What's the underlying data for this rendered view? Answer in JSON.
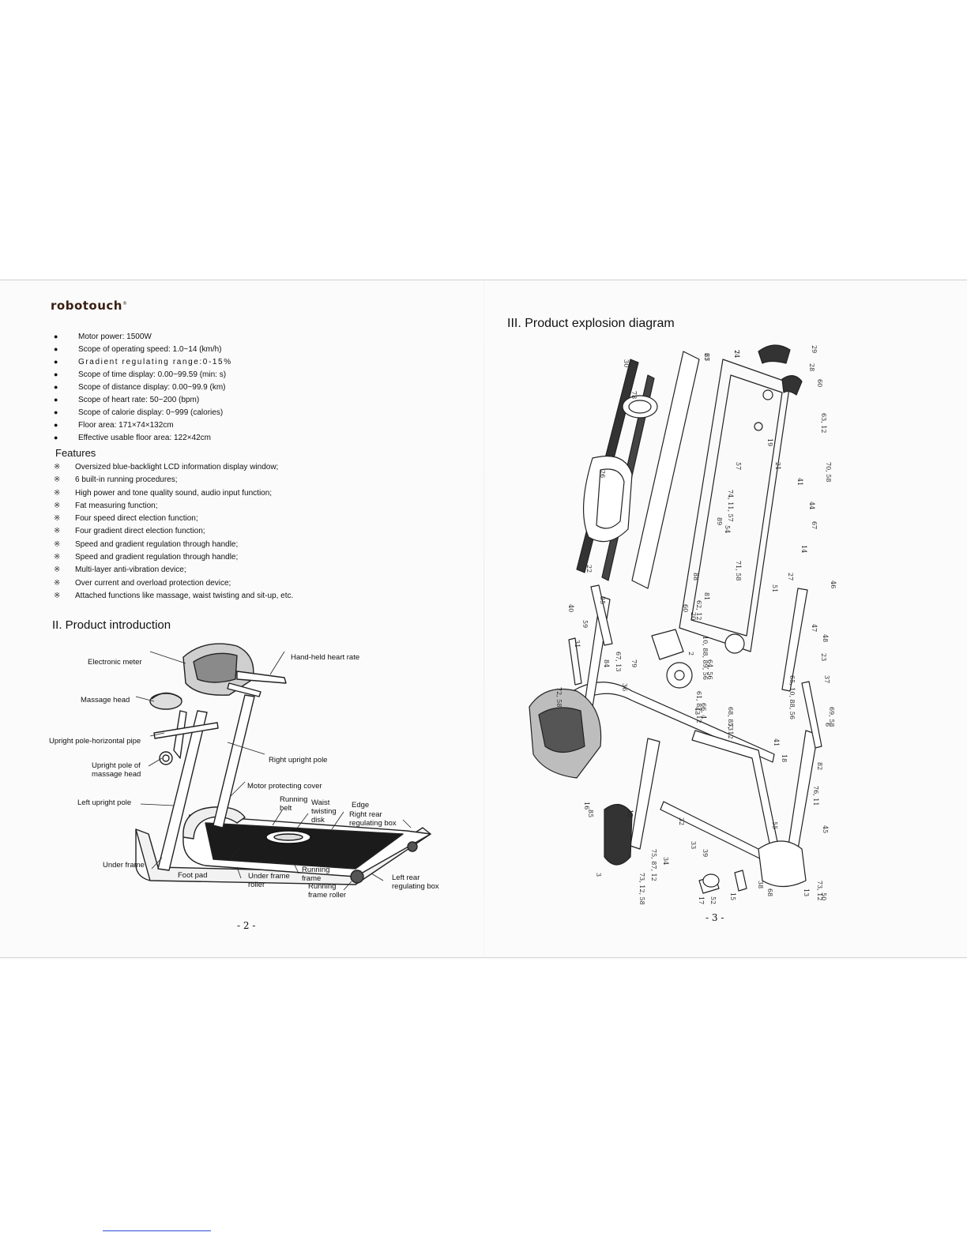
{
  "brand": "robotouch",
  "left_page": {
    "specs": [
      "Motor power: 1500W",
      "Scope of operating speed: 1.0~14 (km/h)",
      "Gradient regulating range:0-15%",
      "Scope of time display: 0.00~99.59 (min: s)",
      "Scope of distance display: 0.00~99.9 (km)",
      "Scope of heart rate: 50~200 (bpm)",
      "Scope of calorie display: 0~999 (calories)",
      "Floor area: 171×74×132cm",
      "Effective usable floor area: 122×42cm"
    ],
    "features_title": "Features",
    "features": [
      "Oversized blue-backlight LCD information display window;",
      "6 built-in running procedures;",
      "High power and tone quality sound, audio input function;",
      "Fat measuring function;",
      "Four speed direct election function;",
      "Four gradient direct election function;",
      "Speed and gradient regulation through handle;",
      "Speed and gradient regulation through handle;",
      "Multi-layer anti-vibration device;",
      "Over current and overload protection device;",
      "Attached functions like massage, waist twisting and sit-up, etc."
    ],
    "section_title": "II. Product introduction",
    "callouts": {
      "electronic_meter": "Electronic meter",
      "hand_held_heart_rate": "Hand-held heart rate",
      "massage_head": "Massage head",
      "upright_pole_horizontal_pipe": "Upright pole-horizontal pipe",
      "right_upright_pole": "Right upright pole",
      "upright_pole_of_massage_head": "Upright pole of massage head",
      "motor_protecting_cover": "Motor protecting cover",
      "left_upright_pole": "Left upright pole",
      "running_belt": "Running belt",
      "waist_twisting_disk": "Waist twisting disk",
      "edge": "Edge",
      "right_rear_regulating_box": "Right rear regulating box",
      "under_frame": "Under frame",
      "foot_pad": "Foot pad",
      "under_frame_roller": "Under frame roller",
      "running_frame": "Running frame",
      "running_frame_roller": "Running frame roller",
      "left_rear_regulating_box": "Left rear regulating box"
    },
    "page_number": "- 2 -"
  },
  "right_page": {
    "section_title": "III. Product explosion diagram",
    "part_numbers": [
      "25",
      "24",
      "29",
      "28",
      "60",
      "63, 12",
      "19",
      "21",
      "70, 58",
      "41",
      "30",
      "78",
      "57",
      "74, 11, 57",
      "89",
      "54",
      "44",
      "67",
      "14",
      "26",
      "71, 58",
      "88",
      "81",
      "27",
      "62, 12",
      "46",
      "51",
      "22",
      "35",
      "59",
      "60",
      "20",
      "10, 88, 89, 56",
      "47",
      "48",
      "23",
      "40",
      "31",
      "84",
      "67, 13",
      "36",
      "79",
      "2",
      "64, 56",
      "65, 10, 88, 56",
      "37",
      "61, 87, 12",
      "43",
      "68, 87, 12",
      "53",
      "69, 58",
      "6",
      "41",
      "18",
      "82",
      "76, 11",
      "72, 58",
      "16",
      "85",
      "12",
      "32",
      "33",
      "39",
      "55",
      "45",
      "3",
      "73, 12, 58",
      "75, 87, 12",
      "34",
      "17",
      "52",
      "15",
      "38",
      "68",
      "13",
      "73, 12",
      "50",
      "66, 4",
      "67",
      "7"
    ],
    "page_number": "- 3 -"
  }
}
